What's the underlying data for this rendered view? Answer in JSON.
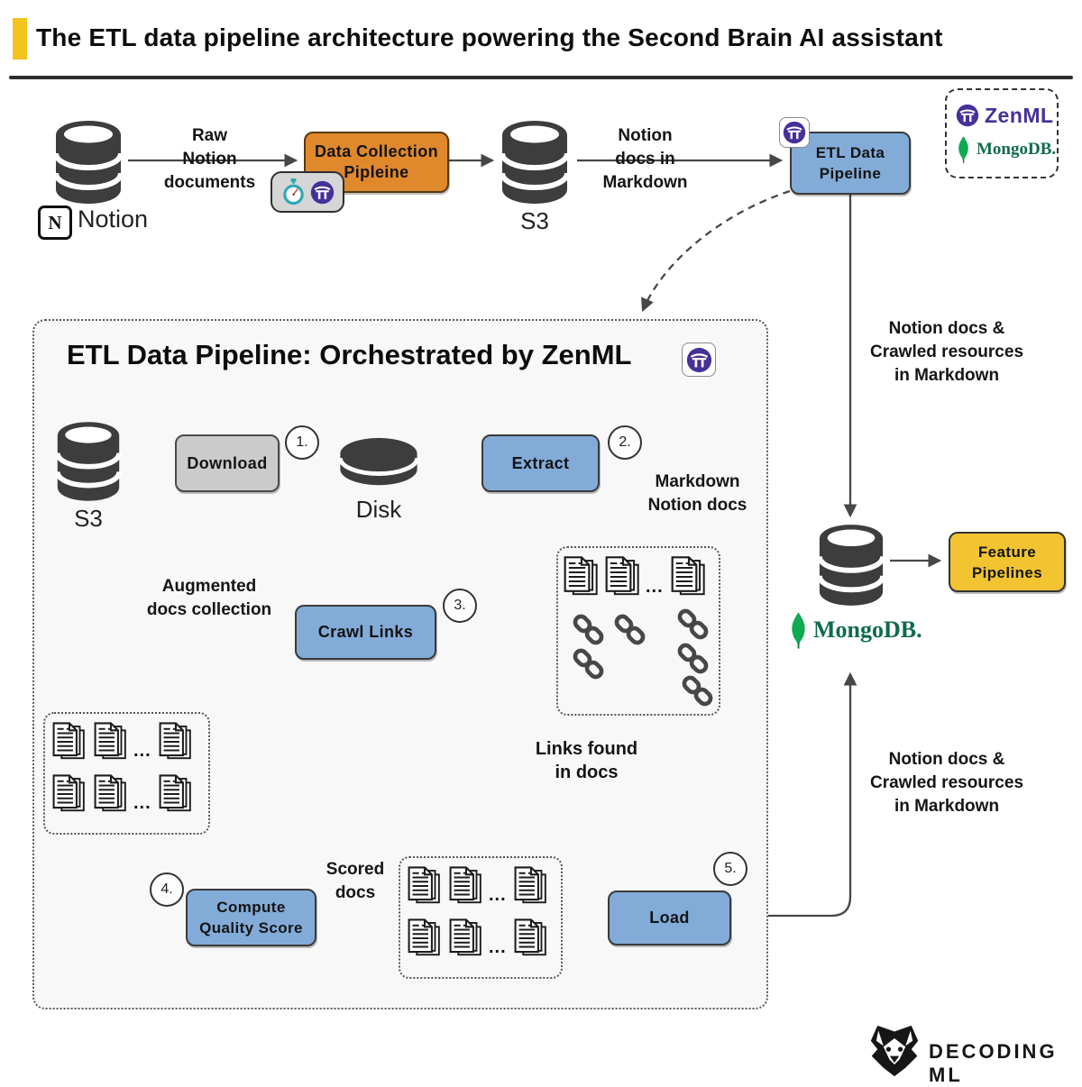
{
  "header": {
    "title": "The ETL data pipeline architecture powering the Second Brain AI assistant"
  },
  "top_row": {
    "notion_label": "Notion",
    "notion_logo_letter": "N",
    "raw_docs": [
      "Raw",
      "Notion",
      "documents"
    ],
    "data_collection": [
      "Data Collection",
      "Pipleine"
    ],
    "s3_label": "S3",
    "notion_docs_md": [
      "Notion",
      "docs in",
      "Markdown"
    ],
    "etl_box": [
      "ETL Data",
      "Pipeline"
    ]
  },
  "logo_panel": {
    "zenml": "ZenML",
    "mongodb": "MongoDB."
  },
  "right_column": {
    "label_top": [
      "Notion docs &",
      "Crawled resources",
      "in Markdown"
    ],
    "feature_pipelines": [
      "Feature",
      "Pipelines"
    ],
    "mongodb_wordmark": "MongoDB.",
    "label_bottom": [
      "Notion docs &",
      "Crawled resources",
      "in Markdown"
    ]
  },
  "pipeline": {
    "title": "ETL Data Pipeline: Orchestrated by ZenML",
    "s3_label": "S3",
    "download": "Download",
    "disk_label": "Disk",
    "extract": "Extract",
    "markdown_docs": [
      "Markdown",
      "Notion docs"
    ],
    "crawl_links": "Crawl Links",
    "augmented": [
      "Augmented",
      "docs collection"
    ],
    "links_found": [
      "Links found",
      "in docs"
    ],
    "compute_quality": [
      "Compute",
      "Quality Score"
    ],
    "scored_docs": [
      "Scored",
      "docs"
    ],
    "load": "Load",
    "steps": [
      "1.",
      "2.",
      "3.",
      "4.",
      "5."
    ]
  },
  "dots": "...",
  "footer": {
    "brand": "DECODING ML"
  },
  "colors": {
    "accent": "#F5C41C",
    "orange": "#E0882C",
    "blue": "#82ABD8",
    "gray": "#CBCBCB",
    "yellow": "#F2C431",
    "purple": "#46309A",
    "mongo_green": "#10AA50",
    "mongo_text": "#0E6B4A",
    "line": "#474747"
  }
}
